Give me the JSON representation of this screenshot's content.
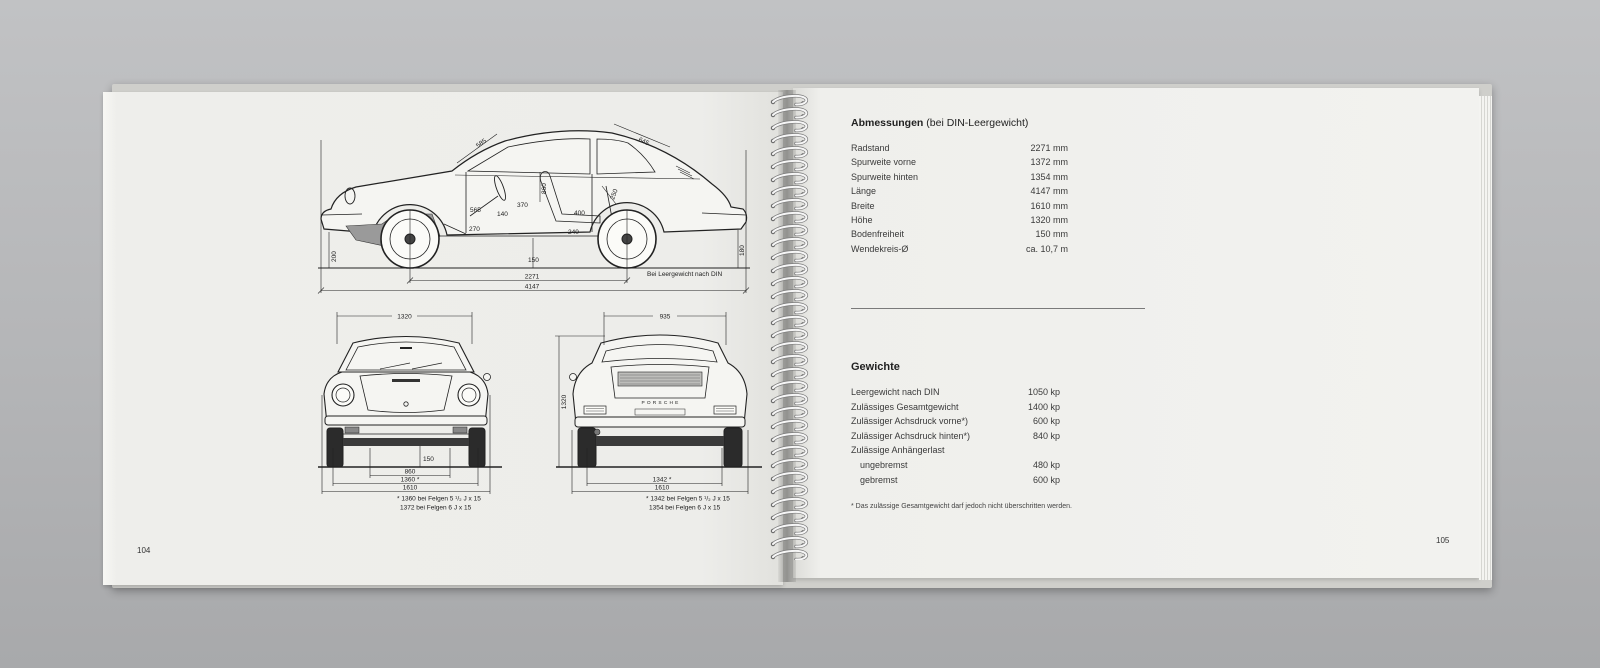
{
  "left_page": {
    "page_number": "104",
    "side_view": {
      "labels": [
        "585",
        "645",
        "860",
        "370",
        "565",
        "250",
        "140",
        "400",
        "270",
        "240",
        "200",
        "180",
        "150"
      ],
      "wheelbase": "2271",
      "length": "4147",
      "note": "Bei Leergewicht nach DIN"
    },
    "front_view": {
      "top_dimension": "1320",
      "clearance": "150",
      "inner": "860",
      "track": "1360 *",
      "width": "1610",
      "footnote": [
        "* 1360 bei Felgen 5 ¹/₂ J x 15",
        "1372 bei Felgen 6 J x 15"
      ]
    },
    "rear_view": {
      "top_dimension": "935",
      "height": "1320",
      "track": "1342 *",
      "width": "1610",
      "brand": "PORSCHE",
      "footnote": [
        "* 1342 bei Felgen 5 ¹/₂ J x 15",
        "1354 bei Felgen 6 J x 15"
      ]
    }
  },
  "right_page": {
    "page_number": "105",
    "dimensions": {
      "title": "Abmessungen",
      "subtitle": "(bei DIN-Leergewicht)",
      "rows": [
        {
          "label": "Radstand",
          "value": "2271 mm"
        },
        {
          "label": "Spurweite vorne",
          "value": "1372 mm"
        },
        {
          "label": "Spurweite hinten",
          "value": "1354 mm"
        },
        {
          "label": "Länge",
          "value": "4147 mm"
        },
        {
          "label": "Breite",
          "value": "1610 mm"
        },
        {
          "label": "Höhe",
          "value": "1320 mm"
        },
        {
          "label": "Bodenfreiheit",
          "value": "150 mm"
        },
        {
          "label": "Wendekreis-Ø",
          "value": "ca. 10,7 m"
        }
      ]
    },
    "weights": {
      "title": "Gewichte",
      "rows": [
        {
          "label": "Leergewicht nach DIN",
          "value": "1050 kp"
        },
        {
          "label": "Zulässiges Gesamtgewicht",
          "value": "1400 kp"
        },
        {
          "label": "Zulässiger Achsdruck vorne*)",
          "value": "600 kp"
        },
        {
          "label": "Zulässiger Achsdruck hinten*)",
          "value": "840 kp"
        },
        {
          "label": "Zulässige Anhängerlast"
        },
        {
          "label": "ungebremst",
          "value": "480 kp"
        },
        {
          "label": "gebremst",
          "value": "600 kp"
        }
      ]
    },
    "footnote": "* Das zulässige Gesamtgewicht darf jedoch nicht überschritten werden."
  }
}
